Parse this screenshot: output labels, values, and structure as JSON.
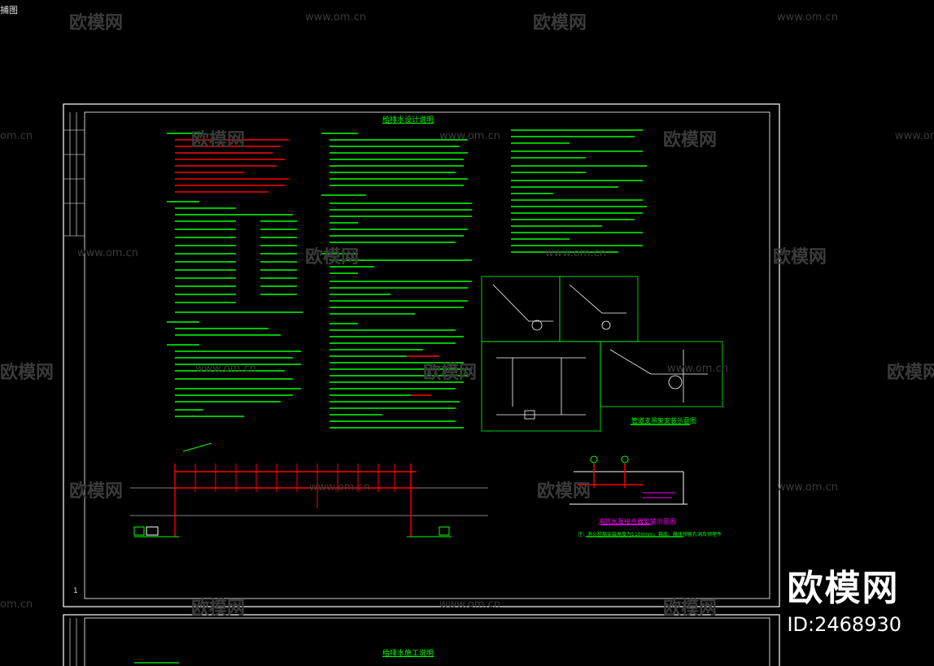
{
  "window": {
    "tab_label": "捕图"
  },
  "watermark": {
    "brand": "欧模网",
    "url": "www.om.cn",
    "url_short": "om.cn"
  },
  "brand_badge": {
    "logo": "欧模网",
    "id": "ID:2468930"
  },
  "drawing": {
    "page_number": "1",
    "sheet_title_main": "给排水设计说明",
    "sheet_title_bottom": "给排水施工说明",
    "detail_title": "管道支吊架安装示意图",
    "pump_title": "消防水泵接合器安装示意图",
    "pump_note": "注：消火栓箱安装高度为1100mm，箱底、箱体预留孔洞及预埋件"
  },
  "colors": {
    "background": "#000000",
    "frame": "#ffffff",
    "text_green": "#00ff00",
    "text_red": "#ff0000",
    "text_magenta": "#ff00ff",
    "text_yellow": "#ffff00",
    "watermark": "#3a3a3a"
  }
}
